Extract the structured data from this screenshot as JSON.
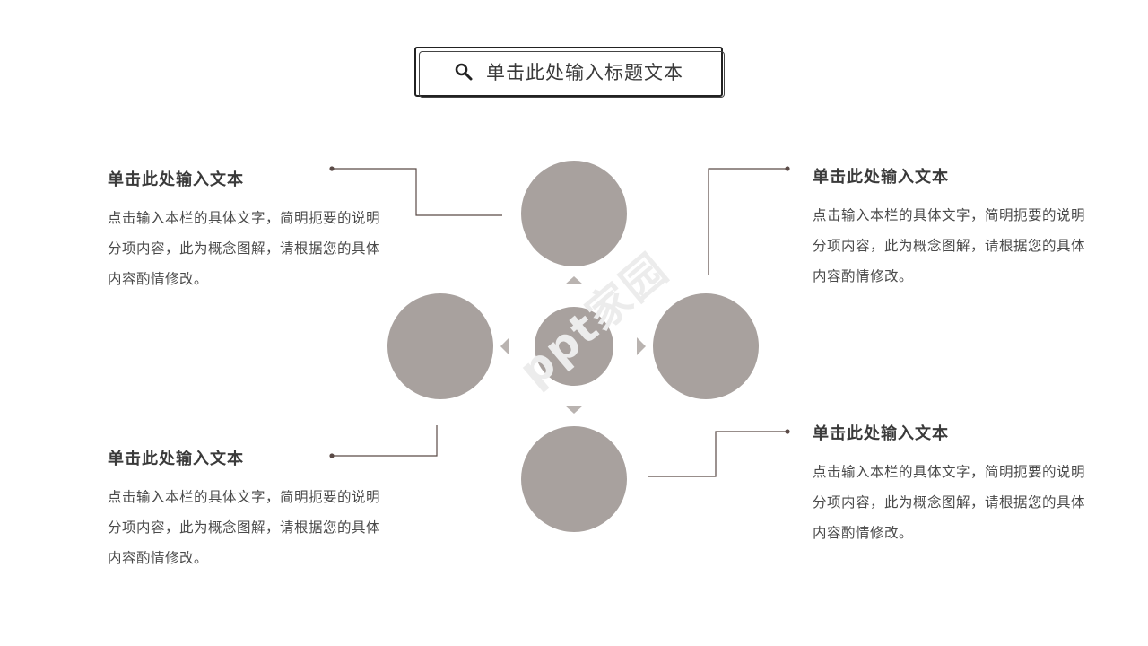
{
  "title": {
    "text": "单击此处输入标题文本",
    "icon": "search-icon"
  },
  "blocks": {
    "top_left": {
      "heading": "单击此处输入文本",
      "body": "点击输入本栏的具体文字，简明扼要的说明分项内容，此为概念图解，请根据您的具体内容酌情修改。"
    },
    "top_right": {
      "heading": "单击此处输入文本",
      "body": "点击输入本栏的具体文字，简明扼要的说明分项内容，此为概念图解，请根据您的具体内容酌情修改。"
    },
    "bottom_left": {
      "heading": "单击此处输入文本",
      "body": "点击输入本栏的具体文字，简明扼要的说明分项内容，此为概念图解，请根据您的具体内容酌情修改。"
    },
    "bottom_right": {
      "heading": "单击此处输入文本",
      "body": "点击输入本栏的具体文字，简明扼要的说明分项内容，此为概念图解，请根据您的具体内容酌情修改。"
    }
  },
  "watermark": "ppt家园",
  "colors": {
    "circle": "#a8a19e",
    "line": "#5a4a46",
    "arrow": "#b9b3b0",
    "text": "#3a3a3a"
  }
}
